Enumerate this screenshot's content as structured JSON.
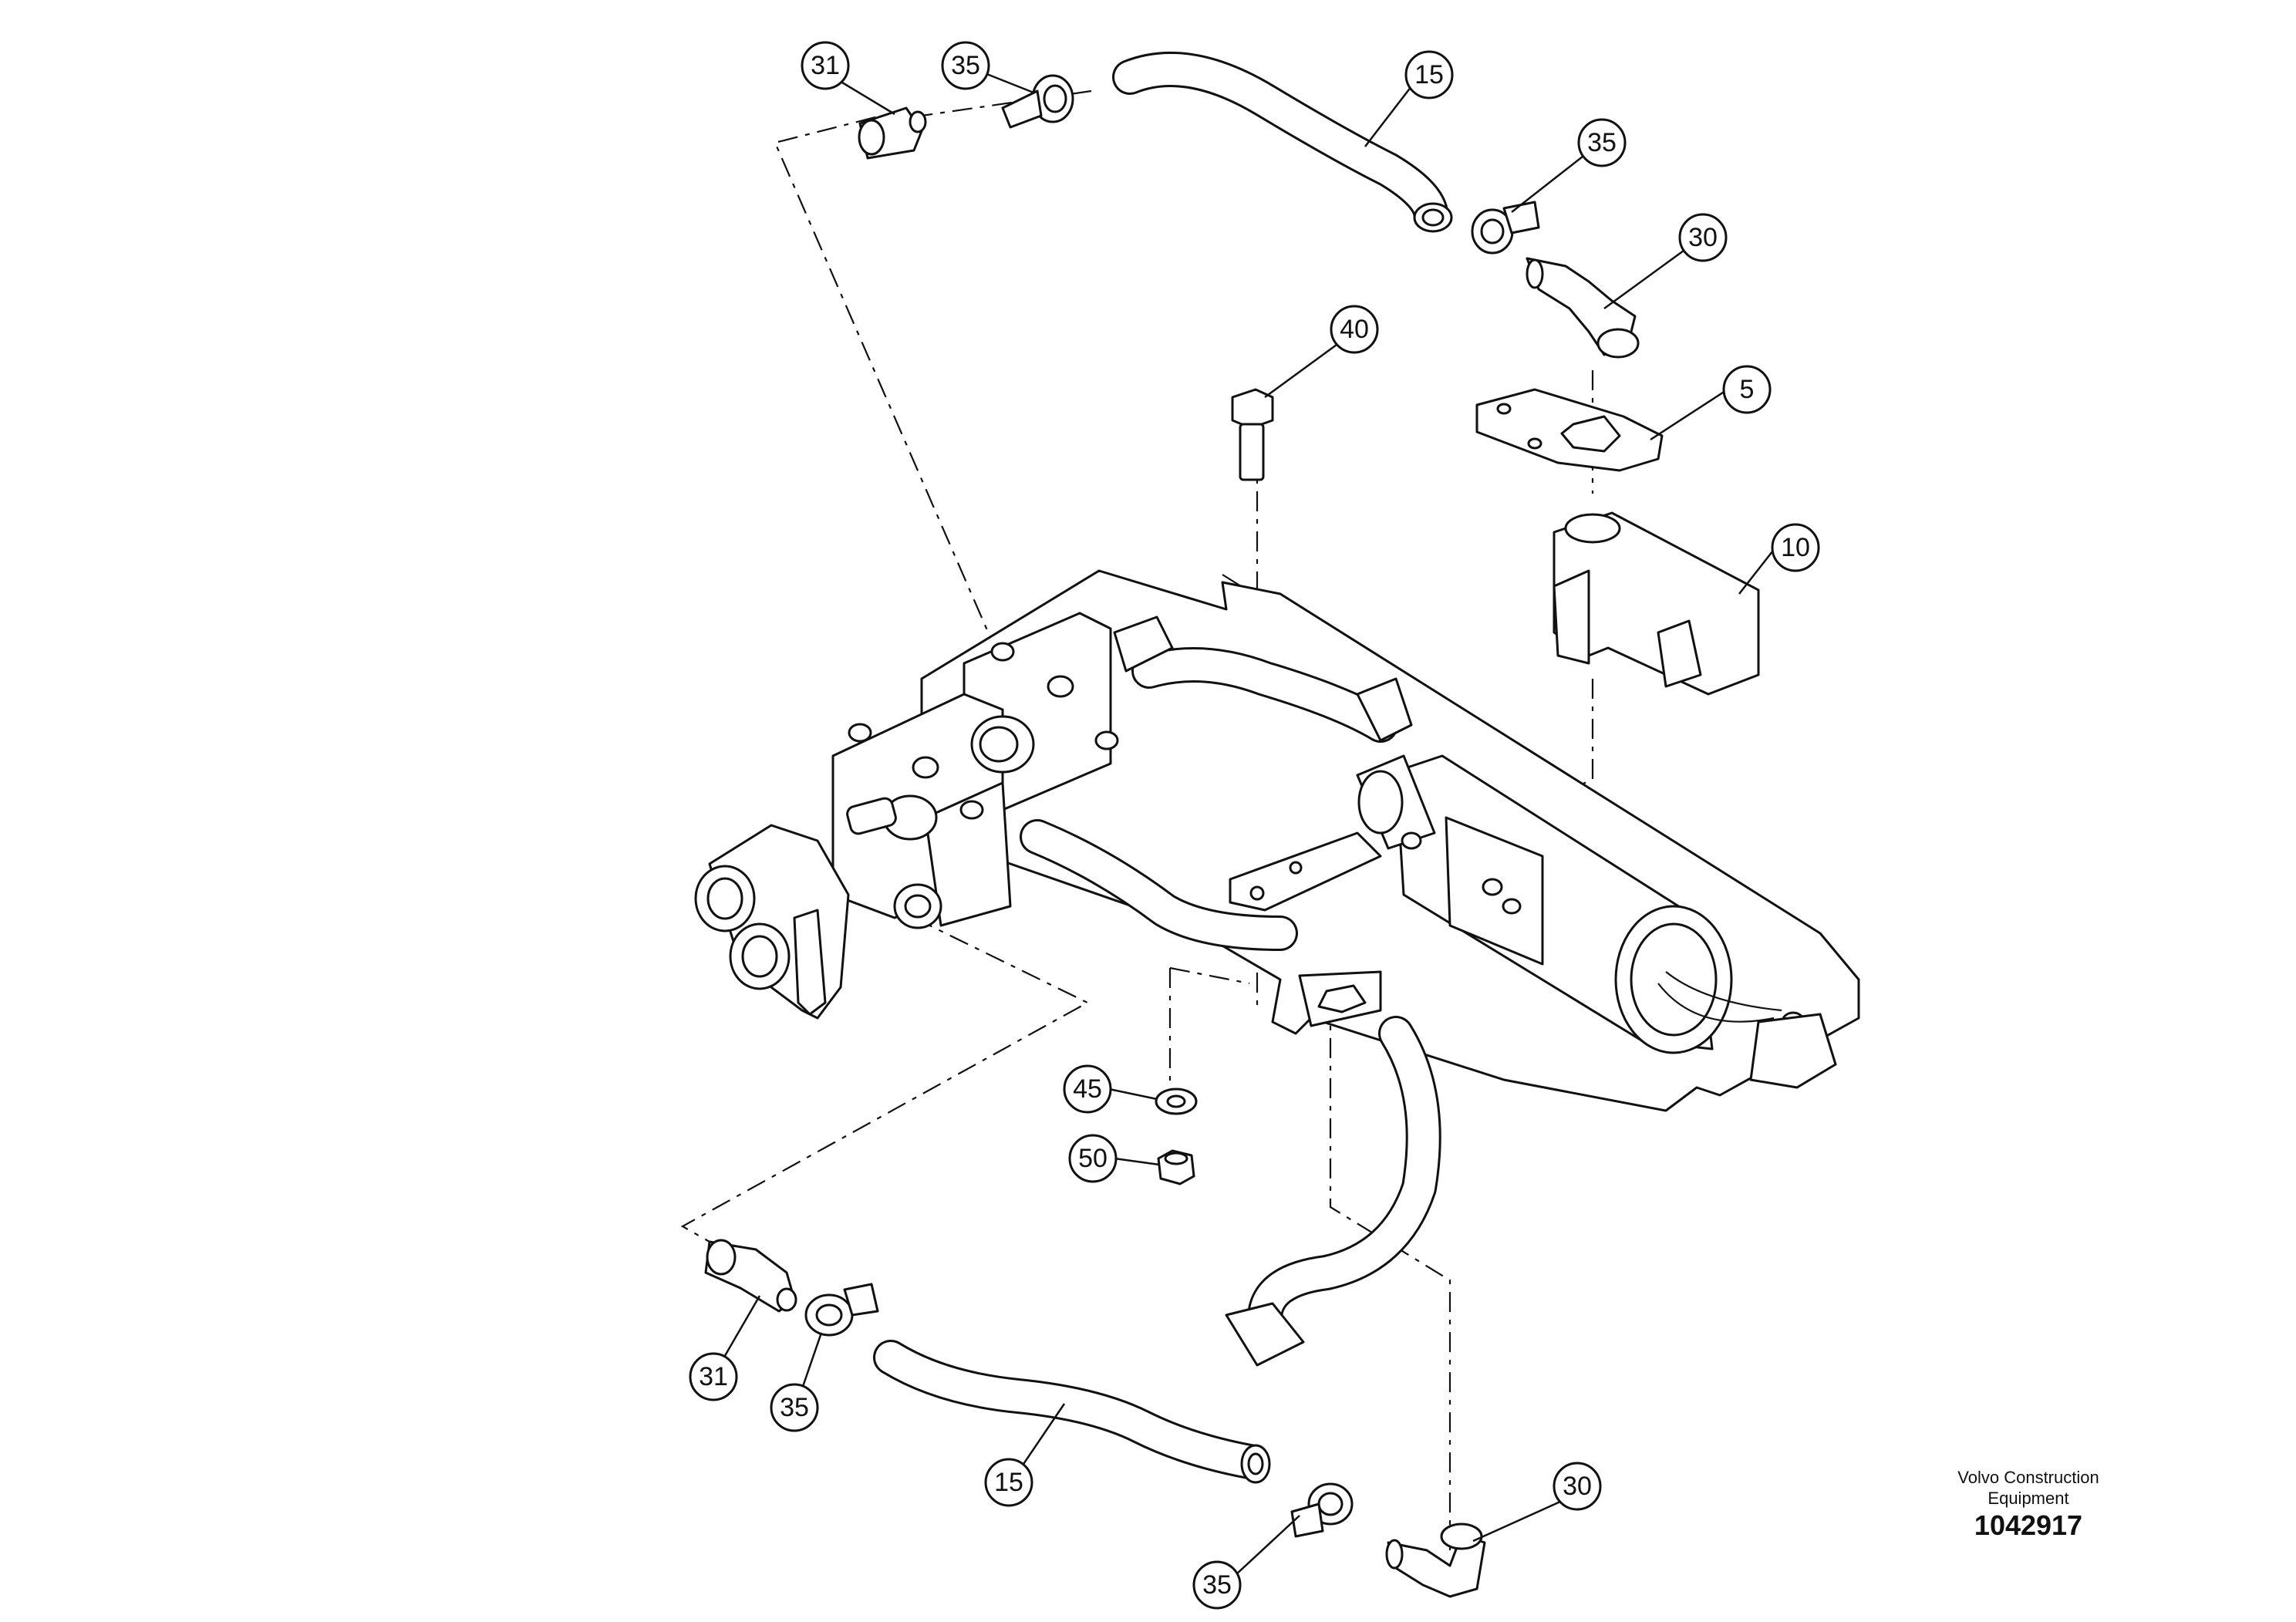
{
  "callouts": [
    {
      "id": "c-31-top",
      "label": "31"
    },
    {
      "id": "c-35-top-left",
      "label": "35"
    },
    {
      "id": "c-15-top",
      "label": "15"
    },
    {
      "id": "c-35-top-right",
      "label": "35"
    },
    {
      "id": "c-30-top",
      "label": "30"
    },
    {
      "id": "c-40",
      "label": "40"
    },
    {
      "id": "c-5",
      "label": "5"
    },
    {
      "id": "c-10",
      "label": "10"
    },
    {
      "id": "c-45",
      "label": "45"
    },
    {
      "id": "c-50",
      "label": "50"
    },
    {
      "id": "c-31-bottom",
      "label": "31"
    },
    {
      "id": "c-35-bottom-left",
      "label": "35"
    },
    {
      "id": "c-15-bottom",
      "label": "15"
    },
    {
      "id": "c-35-bottom",
      "label": "35"
    },
    {
      "id": "c-30-bottom",
      "label": "30"
    }
  ],
  "brand": {
    "line1": "Volvo Construction",
    "line2": "Equipment"
  },
  "document_number": "1042917"
}
